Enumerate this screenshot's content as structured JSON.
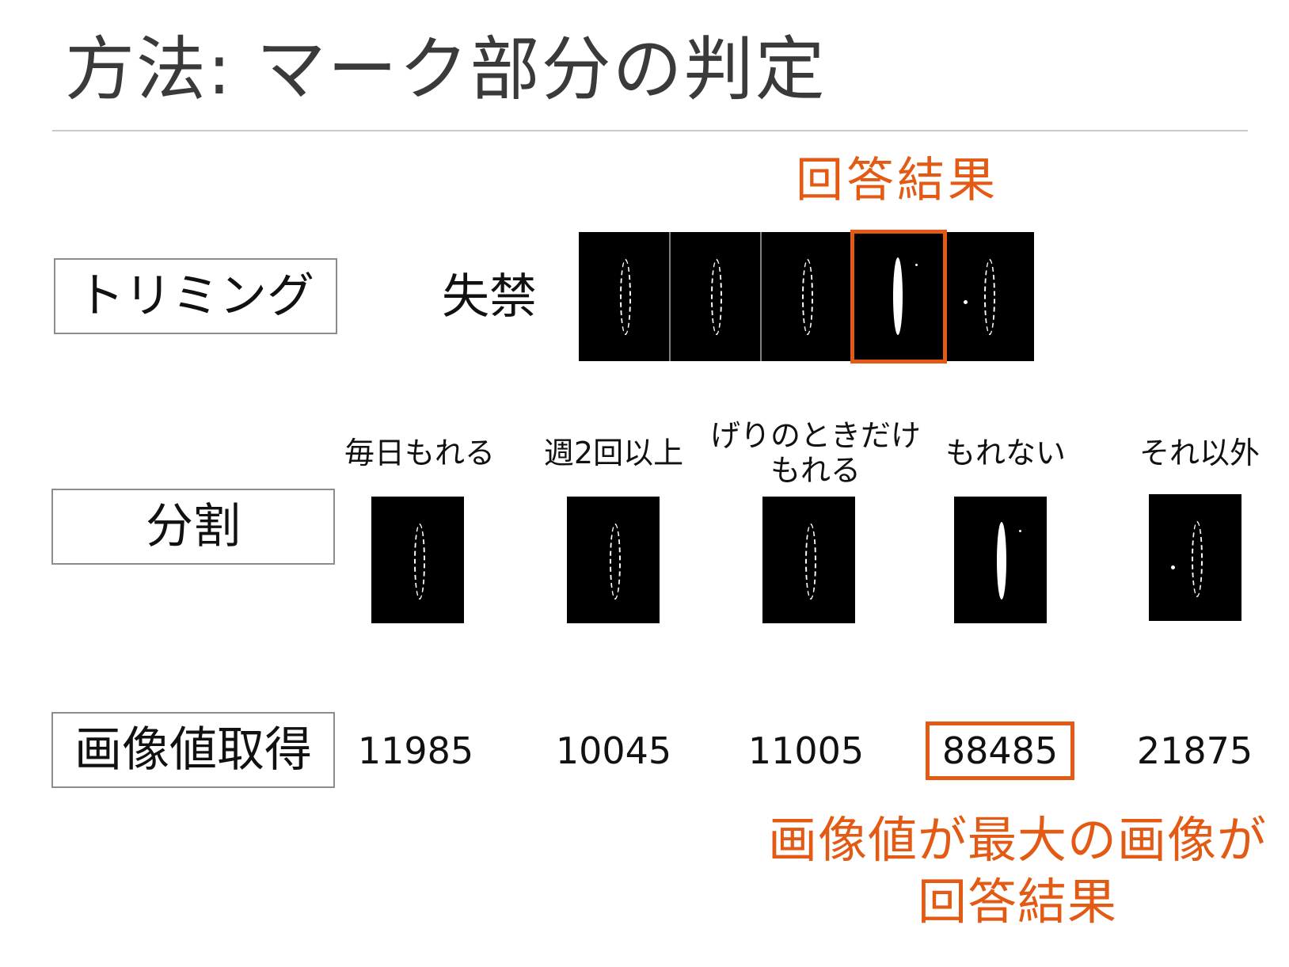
{
  "title": "方法: マーク部分の判定",
  "steps": {
    "trim": "トリミング",
    "split": "分割",
    "pixel": "画像値取得"
  },
  "answer_label": "回答結果",
  "question_label": "失禁",
  "options": [
    {
      "label_lines": [
        "毎日もれる"
      ],
      "pixel_value": "11985",
      "selected": false
    },
    {
      "label_lines": [
        "週2回以上"
      ],
      "pixel_value": "10045",
      "selected": false
    },
    {
      "label_lines": [
        "げりのときだけ",
        "もれる"
      ],
      "pixel_value": "11005",
      "selected": false
    },
    {
      "label_lines": [
        "もれない"
      ],
      "pixel_value": "88485",
      "selected": true
    },
    {
      "label_lines": [
        "それ以外"
      ],
      "pixel_value": "21875",
      "selected": false
    }
  ],
  "conclusion_lines": [
    "画像値が最大の画像が",
    "回答結果"
  ],
  "colors": {
    "accent": "#e25a14",
    "title": "#3a3a3a",
    "box_border": "#8c8c8c"
  }
}
